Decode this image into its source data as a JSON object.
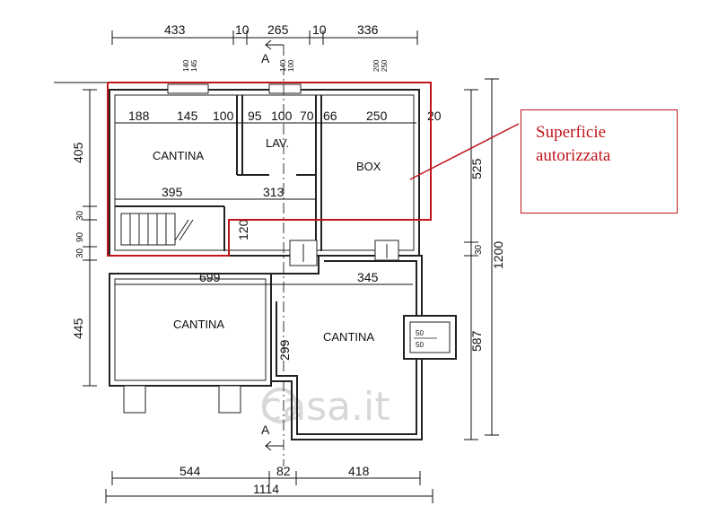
{
  "dimensions": {
    "top": [
      "433",
      "10",
      "265",
      "10",
      "336"
    ],
    "top_window_1": "140\n145",
    "top_window_2": "140\n100",
    "top_window_3": "200\n250",
    "inner_row": [
      "188",
      "145",
      "100",
      "95",
      "100",
      "70",
      "66",
      "250",
      "20"
    ],
    "row2": [
      "395",
      "313"
    ],
    "row3": [
      "699",
      "345"
    ],
    "bottom": [
      "544",
      "82",
      "418"
    ],
    "bottom_total": "1114",
    "left": [
      "405",
      "30",
      "90",
      "30",
      "445"
    ],
    "right": [
      "525",
      "30",
      "587"
    ],
    "right_total": "1200",
    "stair": "120",
    "corridor": "299",
    "shaft": [
      "50",
      "50"
    ]
  },
  "rooms": {
    "cantina_top": "CANTINA",
    "lav": "LAV.",
    "box": "BOX",
    "cantina_bottom_left": "CANTINA",
    "cantina_bottom_right": "CANTINA"
  },
  "section_markers": {
    "top": "A",
    "bottom": "A"
  },
  "watermark": "casa.it",
  "annotation": {
    "line1": "Superficie",
    "line2": "autorizzata",
    "color": "#c0151b"
  }
}
